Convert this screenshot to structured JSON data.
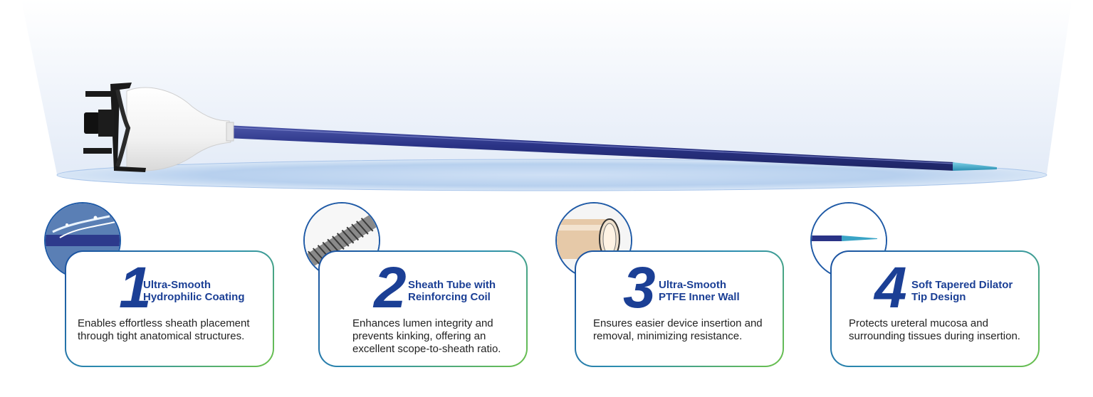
{
  "product": {
    "colors": {
      "accent": "#1b3f95",
      "border_start": "#1a4fa0",
      "border_end": "#6cc24a",
      "sheath": "#28327e",
      "tip": "#39a6c8"
    }
  },
  "features": [
    {
      "number": "1",
      "title": "Ultra-Smooth\nHydrophilic Coating",
      "description": "Enables effortless sheath placement\nthrough tight anatomical structures.",
      "icon": "water-splash-icon"
    },
    {
      "number": "2",
      "title": "Sheath Tube with\nReinforcing Coil",
      "description": "Enhances lumen integrity and\nprevents kinking, offering an\nexcellent scope-to-sheath ratio.",
      "icon": "coil-icon"
    },
    {
      "number": "3",
      "title": "Ultra-Smooth\nPTFE Inner Wall",
      "description": "Ensures easier device insertion and\nremoval, minimizing resistance.",
      "icon": "ptfe-tube-icon"
    },
    {
      "number": "4",
      "title": "Soft Tapered Dilator\nTip Design",
      "description": "Protects ureteral mucosa and\nsurrounding tissues during insertion.",
      "icon": "dilator-tip-icon"
    }
  ]
}
